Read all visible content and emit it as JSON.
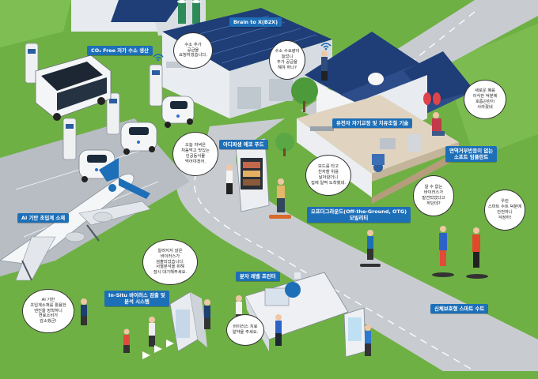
{
  "labels": {
    "co2_free_hydrogen": "CO₂ Free 저가 수소 생산",
    "brain_to_x": "Brain to X(B2X)",
    "ai_aircraft": "AI 기반 초입계 소재",
    "insitu_virus": "In-Situ 바이러스 검출 및\n분석 시스템",
    "idiffusion_food": "아디파생 에코 푸드",
    "genetic_organ": "유전자 자기교정 및 치유조절 기술",
    "immune_implant": "면역거부반응이 없는\n소프트 임플란트",
    "otg_mobility": "오프더그라운드(Off-the-Ground, OTG)\n모빌리티",
    "molecular_printer": "분자 레벨 프린터",
    "biosafety_suit": "신체보호형 스마트 수트"
  },
  "bubbles": {
    "hydrogen_request": "수소 추가\n공급을\n요청하겠습니다.",
    "hydrogen_low": "수소 수요량이\n늘었니\n추가 공급을\n해야 하나?",
    "lungs_reborn": "새로운 폐를\n이식한 덕분에\n호흡곤란이\n사라졌네",
    "food_taste": "오늘 저녁은\n처음먹고 맛있는\n인공동식물\n먹어야겠어.",
    "board_arrive": "보드를 타고\n친자할 위를\n날아왔더니\n집에 일찍 도착했네.",
    "virus_unknown": "알 수 없는\n바이러스가\n발견되었다고\n하던데?",
    "suit_safe": "우린\n스마트 수트 덕분에\n안전하니\n걱정하!",
    "virus_detected": "알려지지 않은\n바이러스가\n검출되었습니다.\n서열분석을 위해\n잠시 대기해주세요.",
    "ai_fuel": "AI 기반\n초입계소재를 활용한\n엔진을 장착하니\n연료소비가\n감소했군!",
    "virus_drug": "바이러스 치료\n알약을 주세요."
  },
  "screen": {
    "molecular_printer_sign": "+"
  },
  "colors": {
    "grass": "#6fb045",
    "road": "#c8ccd1",
    "label_blue": "#1d6fb8",
    "building": "#eef1f4",
    "solar": "#1f3e78"
  }
}
